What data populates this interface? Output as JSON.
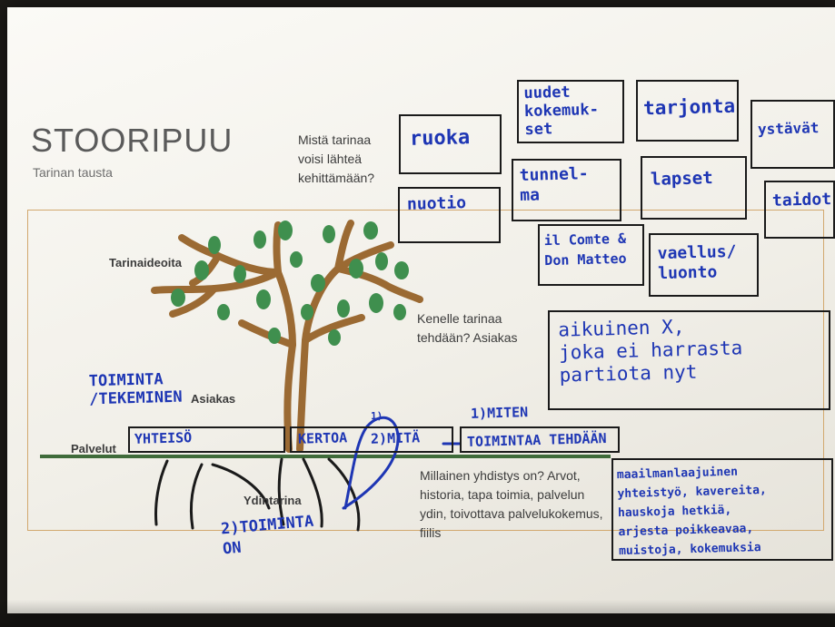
{
  "header": {
    "title": "STOORIPUU",
    "subtitle": "Tarinan tausta"
  },
  "prompts": {
    "source": "Mistä tarinaa voisi lähteä kehittämään?",
    "audience": "Kenelle tarinaa tehdään? Asiakas",
    "core": "Millainen yhdistys on? Arvot, historia, tapa toimia, palvelun ydin, toivottava palvelukokemus, fiilis"
  },
  "tree_labels": {
    "ideas": "Tarinaideoita",
    "customer": "Asiakas",
    "services": "Palvelut",
    "core_story": "Ydintarina"
  },
  "notes": {
    "ruoka": "ruoka",
    "uudet": "uudet\nkokemuk-\nset",
    "tarjonta": "tarjonta",
    "ystavat": "ystävät",
    "tunnelma": "tunnel-\nma",
    "lapset": "lapset",
    "nuotio": "nuotio",
    "taidot": "taidot",
    "comte": "il Comte &\nDon Matteo",
    "vaellus": "vaellus/\nluonto",
    "asiakas_note": "aikuinen X,\njoka ei harrasta\npartiota nyt",
    "toiminta_tekeminen": "TOIMINTA\n/TEKEMINEN",
    "yhteiso": "YHTEISÖ",
    "kertoa": "KERTOA",
    "mita": "2)MITÄ",
    "num1": "1)",
    "miten": "1)MITEN",
    "toimintaa": "TOIMINTAA TEHDÄÄN",
    "toiminta_on": "2)TOIMINTA\nON",
    "core_note": "maailmanlaajuinen\nyhteistyö, kavereita,\nhauskoja hetkiä,\narjesta poikkeavaa,\nmuistoja, kokemuksia"
  },
  "colors": {
    "ink": "#1e36b4",
    "trunk": "#9b6a33",
    "leaf": "#3f8f4e",
    "ground": "#3f6b3a"
  }
}
